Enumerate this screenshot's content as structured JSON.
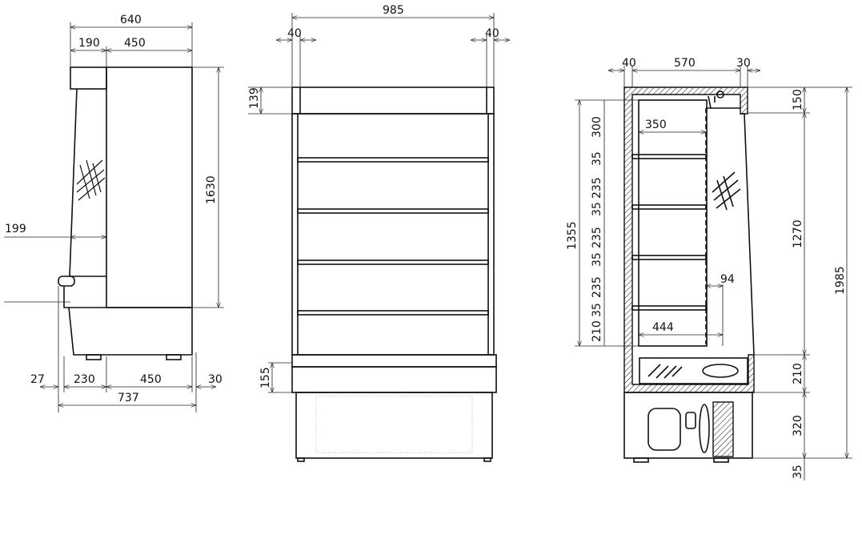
{
  "side_view": {
    "overall_depth_top": "640",
    "canopy_depth": "190",
    "body_depth_top": "450",
    "body_height": "1630",
    "glass_depth": "199",
    "bumper": "27",
    "front_base": "230",
    "body_depth_bottom": "450",
    "rear_offset": "30",
    "overall_depth_bottom": "737"
  },
  "front_view": {
    "overall_width": "985",
    "side_left": "40",
    "side_right": "40",
    "header_height": "139",
    "base_ledge_height": "155"
  },
  "section_view": {
    "wall_left": "40",
    "inner_depth": "570",
    "wall_right": "30",
    "top_height": "150",
    "display_height": "1270",
    "evaporator_height": "210",
    "compressor_height": "320",
    "feet_height": "35",
    "overall_height": "1985",
    "usable_height": "1355",
    "shelf_spacing": [
      "300",
      "35",
      "235",
      "35",
      "235",
      "35",
      "235",
      "35",
      "210"
    ],
    "shelf_depth": "350",
    "front_gap": "94",
    "bottom_depth": "444"
  },
  "colors": {
    "line": "#111111",
    "background": "#ffffff"
  }
}
